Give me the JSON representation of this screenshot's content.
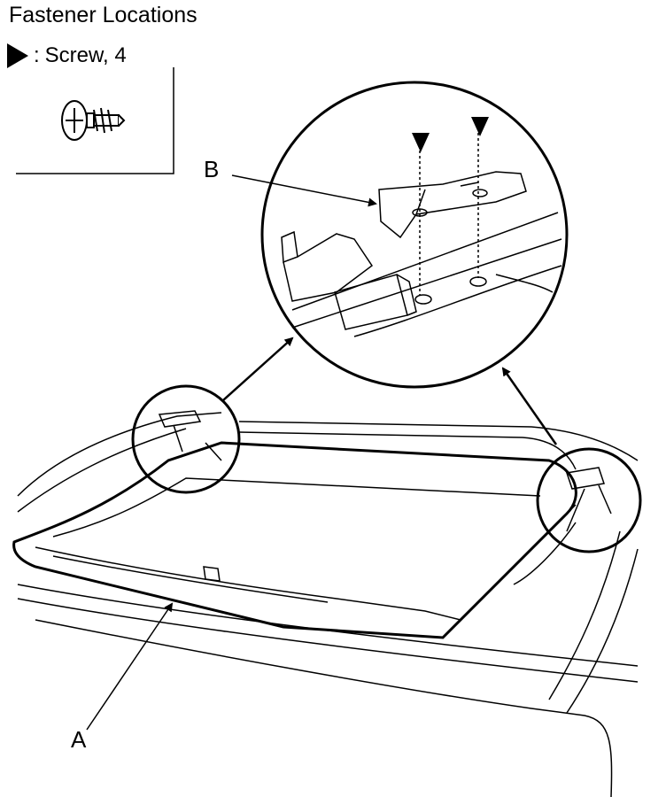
{
  "title": "Fastener Locations",
  "legend": {
    "separator": ":",
    "label": "Screw, 4"
  },
  "callouts": {
    "a": "A",
    "b": "B"
  },
  "icons": {
    "legend_marker": "black-triangle-icon",
    "fastener": "screw-icon"
  }
}
